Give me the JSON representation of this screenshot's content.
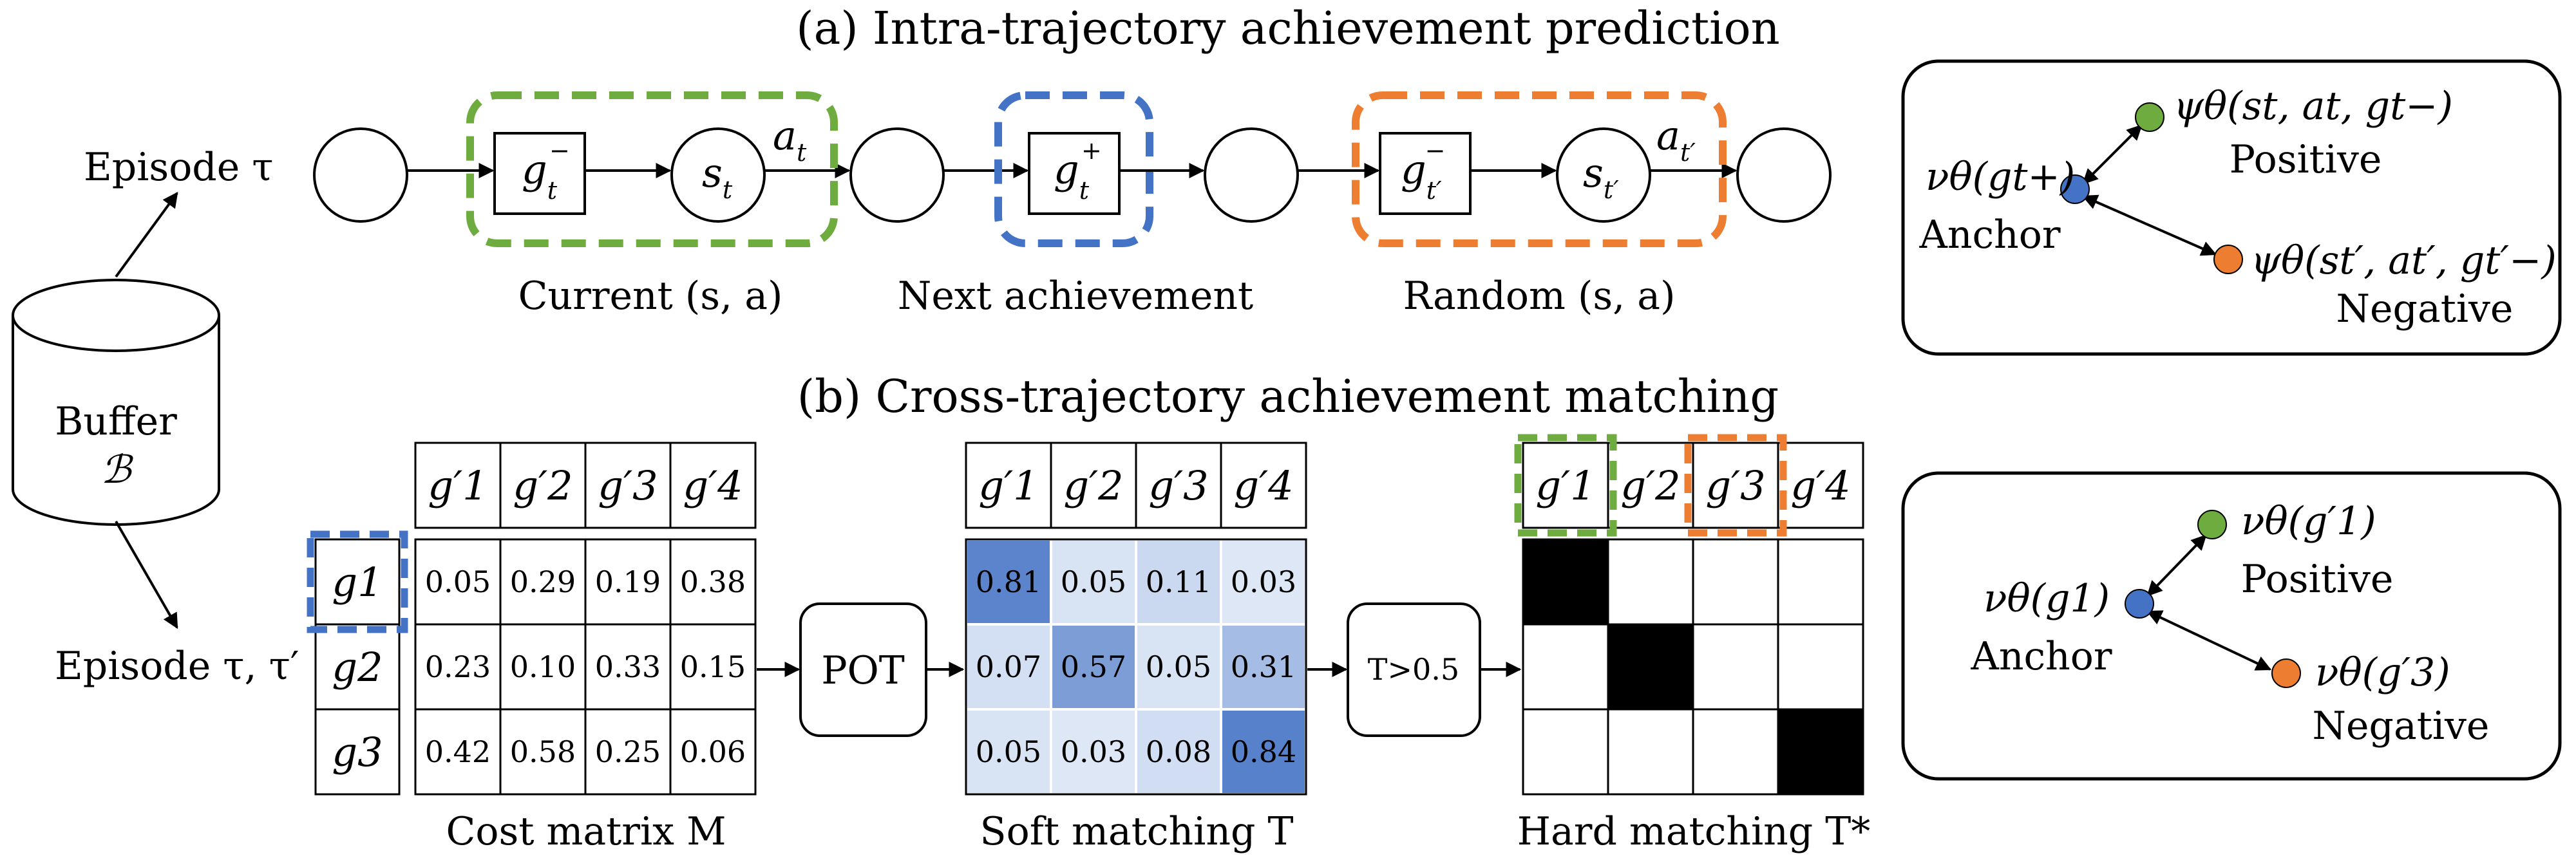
{
  "title_a": "(a) Intra-trajectory achievement prediction",
  "title_b": "(b) Cross-trajectory achievement matching",
  "buffer": {
    "line1": "Buffer",
    "line2": "ℬ"
  },
  "episode_top": "Episode τ",
  "episode_bottom": "Episode τ, τ′",
  "traj_labels": {
    "current": "Current (s, a)",
    "next": "Next achievement",
    "random": "Random (s, a)"
  },
  "traj_nodes": {
    "g_minus": "g",
    "g_sup_minus": "−",
    "g_sub_t": "t",
    "s": "s",
    "s_sub_t": "t",
    "a": "a",
    "a_sub_t": "t",
    "g_plus_sup": "+",
    "t_prime": "t′"
  },
  "panel_a": {
    "positive_expr": "ψθ(st, at, gt−)",
    "positive_label": "Positive",
    "anchor_expr": "νθ(gt+)",
    "anchor_label": "Anchor",
    "negative_expr": "ψθ(st′, at′, gt′−)",
    "negative_label": "Negative"
  },
  "panel_b": {
    "positive_expr": "νθ(g′1)",
    "positive_label": "Positive",
    "anchor_expr": "νθ(g1)",
    "anchor_label": "Anchor",
    "negative_expr": "νθ(g′3)",
    "negative_label": "Negative"
  },
  "matrix_cols": [
    "g′1",
    "g′2",
    "g′3",
    "g′4"
  ],
  "matrix_rows": [
    "g1",
    "g2",
    "g3"
  ],
  "cost_matrix": [
    [
      "0.05",
      "0.29",
      "0.19",
      "0.38"
    ],
    [
      "0.23",
      "0.10",
      "0.33",
      "0.15"
    ],
    [
      "0.42",
      "0.58",
      "0.25",
      "0.06"
    ]
  ],
  "soft_matching": [
    [
      "0.81",
      "0.05",
      "0.11",
      "0.03"
    ],
    [
      "0.07",
      "0.57",
      "0.05",
      "0.31"
    ],
    [
      "0.05",
      "0.03",
      "0.08",
      "0.84"
    ]
  ],
  "hard_matching": [
    [
      1,
      0,
      0,
      0
    ],
    [
      0,
      1,
      0,
      0
    ],
    [
      0,
      0,
      0,
      1
    ]
  ],
  "captions": {
    "cost": "Cost matrix M",
    "soft": "Soft matching T",
    "hard": "Hard matching T*"
  },
  "pot": "POT",
  "threshold": "T>0.5",
  "colors": {
    "green": "#6fac3f",
    "blue": "#4472c4",
    "orange": "#ed7d31"
  }
}
